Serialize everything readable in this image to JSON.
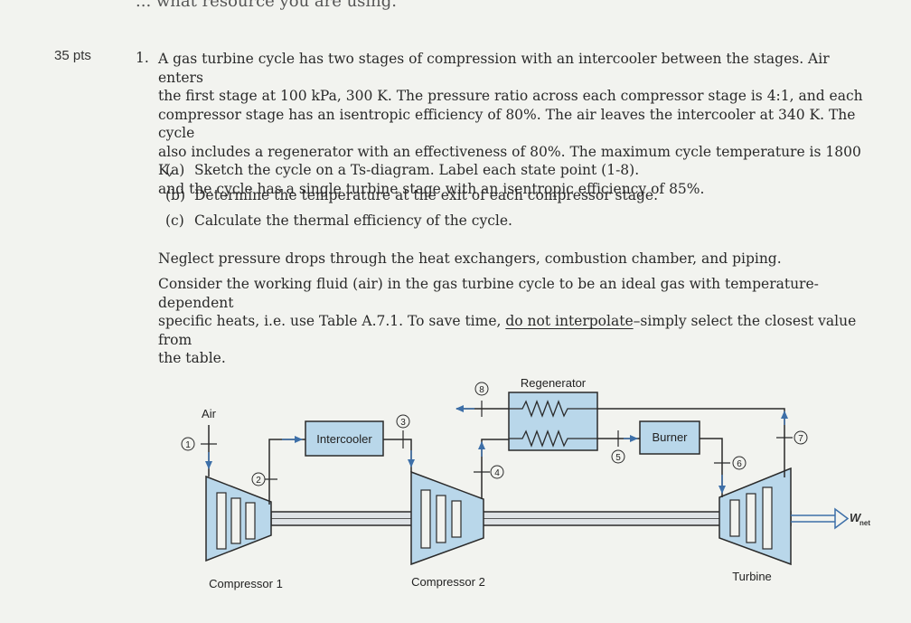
{
  "header": {
    "cut_text": "... what resource you are using.",
    "points": "35 pts"
  },
  "question": {
    "number": "1.",
    "intro_lines": [
      "A gas turbine cycle has two stages of compression with an intercooler between the stages. Air enters",
      "the first stage at 100 kPa, 300 K. The pressure ratio across each compressor stage is 4:1, and each",
      "compressor stage has an isentropic efficiency of 80%. The air leaves the intercooler at 340 K. The cycle",
      "also includes a regenerator with an effectiveness of 80%. The maximum cycle temperature is 1800 K,",
      "and the cycle has a single turbine stage with an isentropic efficiency of 85%."
    ],
    "parts": [
      {
        "label": "(a)",
        "text": "Sketch the cycle on a Ts-diagram. Label each state point (1-8)."
      },
      {
        "label": "(b)",
        "text": "Determine the temperature at the exit of each compressor stage."
      },
      {
        "label": "(c)",
        "text": "Calculate the thermal efficiency of the cycle."
      }
    ],
    "neglect": "Neglect pressure drops through the heat exchangers, combustion chamber, and piping.",
    "consider_lines": [
      "Consider the working fluid (air) in the gas turbine cycle to be an ideal gas with temperature-dependent",
      "specific heats, i.e. use Table A.7.1. To save time, ",
      "do not interpolate",
      "–simply select the closest value from",
      "the table."
    ]
  },
  "diagram": {
    "air_label": "Air",
    "intercooler_label": "Intercooler",
    "regenerator_label": "Regenerator",
    "burner_label": "Burner",
    "compressor1_label": "Compressor 1",
    "compressor2_label": "Compressor 2",
    "turbine_label": "Turbine",
    "wnet_label": "W",
    "wnet_sub": "net",
    "states": [
      "1",
      "2",
      "3",
      "4",
      "5",
      "6",
      "7",
      "8"
    ],
    "colors": {
      "device_fill": "#b9d7ea",
      "device_stroke": "#2a2a2a",
      "pipe": "#2a2a2a",
      "arrow": "#3d6fa8",
      "paper": "#f2f3ef"
    }
  }
}
